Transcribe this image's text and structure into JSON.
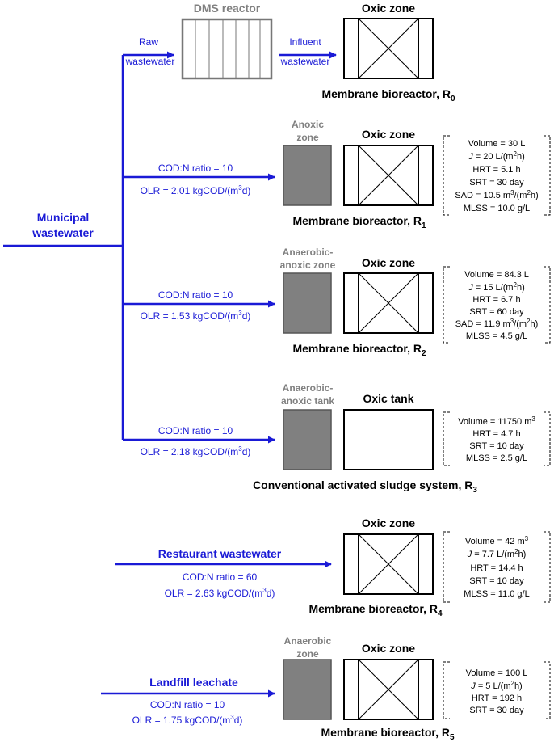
{
  "colors": {
    "flow": "#1a1ad6",
    "tank_fill": "#808080",
    "frame": "#000000",
    "dms_frame": "#777777"
  },
  "sources": {
    "municipal_line1": "Municipal",
    "municipal_line2": "wastewater",
    "restaurant": "Restaurant wastewater",
    "landfill": "Landfill leachate"
  },
  "r0": {
    "dms_label": "DMS reactor",
    "raw_line1": "Raw",
    "raw_line2": "wastewater",
    "influent_line1": "Influent",
    "influent_line2": "wastewater",
    "oxic_label": "Oxic zone",
    "caption": "Membrane bioreactor, R",
    "caption_sub": "0"
  },
  "r1": {
    "pre_line1": "Anoxic",
    "pre_line2": "zone",
    "oxic_label": "Oxic zone",
    "cod": "COD:N ratio = 10",
    "olr_a": "OLR = 2.01 kgCOD/(m",
    "olr_sup": "3",
    "olr_b": "d)",
    "caption": "Membrane bioreactor, R",
    "caption_sub": "1",
    "params": {
      "volume": "Volume = 30 L",
      "j_a": "J",
      "j_b": " = 20 L/(m",
      "j_sup": "2",
      "j_c": "h)",
      "hrt": "HRT = 5.1 h",
      "srt": "SRT = 30 day",
      "sad_a": "SAD = 10.5 m",
      "sad_sup1": "3",
      "sad_b": "/(m",
      "sad_sup2": "2",
      "sad_c": "h)",
      "mlss": "MLSS = 10.0 g/L"
    }
  },
  "r2": {
    "pre_line1": "Anaerobic-",
    "pre_line2": "anoxic zone",
    "oxic_label": "Oxic zone",
    "cod": "COD:N ratio = 10",
    "olr_a": "OLR = 1.53 kgCOD/(m",
    "olr_sup": "3",
    "olr_b": "d)",
    "caption": "Membrane bioreactor, R",
    "caption_sub": "2",
    "params": {
      "volume": "Volume = 84.3 L",
      "j_a": "J",
      "j_b": " = 15 L/(m",
      "j_sup": "2",
      "j_c": "h)",
      "hrt": "HRT = 6.7 h",
      "srt": "SRT = 60 day",
      "sad_a": "SAD = 11.9 m",
      "sad_sup1": "3",
      "sad_b": "/(m",
      "sad_sup2": "2",
      "sad_c": "h)",
      "mlss": "MLSS = 4.5 g/L"
    }
  },
  "r3": {
    "pre_line1": "Anaerobic-",
    "pre_line2": "anoxic tank",
    "oxic_label": "Oxic tank",
    "cod": "COD:N ratio = 10",
    "olr_a": "OLR = 2.18 kgCOD/(m",
    "olr_sup": "3",
    "olr_b": "d)",
    "caption": "Conventional activated sludge system, R",
    "caption_sub": "3",
    "params": {
      "volume_a": "Volume = 11750 m",
      "volume_sup": "3",
      "hrt": "HRT = 4.7 h",
      "srt": "SRT = 10 day",
      "mlss": "MLSS = 2.5 g/L"
    }
  },
  "r4": {
    "oxic_label": "Oxic zone",
    "cod": "COD:N ratio = 60",
    "olr_a": "OLR = 2.63 kgCOD/(m",
    "olr_sup": "3",
    "olr_b": "d)",
    "caption": "Membrane bioreactor, R",
    "caption_sub": "4",
    "params": {
      "volume_a": "Volume = 42 m",
      "volume_sup": "3",
      "j_a": "J",
      "j_b": " = 7.7 L/(m",
      "j_sup": "2",
      "j_c": "h)",
      "hrt": "HRT = 14.4 h",
      "srt": "SRT = 10 day",
      "mlss": "MLSS = 11.0 g/L"
    }
  },
  "r5": {
    "pre_line1": "Anaerobic",
    "pre_line2": "zone",
    "oxic_label": "Oxic zone",
    "cod": "COD:N ratio = 10",
    "olr_a": "OLR = 1.75 kgCOD/(m",
    "olr_sup": "3",
    "olr_b": "d)",
    "caption": "Membrane bioreactor, R",
    "caption_sub": "5",
    "params": {
      "volume": "Volume = 100 L",
      "j_a": "J",
      "j_b": " = 5 L/(m",
      "j_sup": "2",
      "j_c": "h)",
      "hrt": "HRT = 192 h",
      "srt": "SRT = 30 day"
    }
  }
}
